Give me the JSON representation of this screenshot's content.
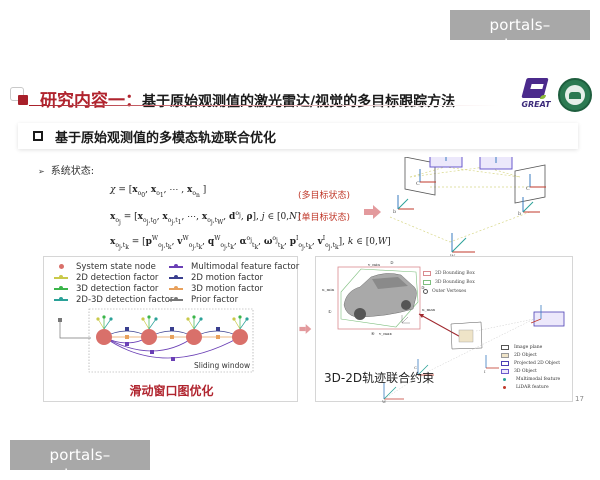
{
  "watermarks": {
    "top_right": "portals–mk.com",
    "bottom_left": "portals–mk.com"
  },
  "header": {
    "title_prefix": "研究内容一：",
    "title_main": "基于原始观测值的激光雷达/视觉的多目标跟踪方法",
    "logo_left_text": "GREAT",
    "colors": {
      "accent_red": "#b0242e",
      "logo_purple": "#4b2a8c",
      "logo_green": "#2c7a52"
    }
  },
  "section": {
    "heading": "基于原始观测值的多模态轨迹联合优化",
    "bullet": "系统状态:"
  },
  "equations": [
    {
      "lhs": "χ",
      "rhs": "= [x_o0, x_o1, ⋯, x_on]",
      "note": "(多目标状态)"
    },
    {
      "lhs": "x_oj",
      "rhs": "= [x_oj,t0, x_oj,t1, ⋯, x_oj,tW, d^oj, ρ], j ∈ [0,N]",
      "note": "(单目标状态)"
    },
    {
      "lhs": "x_oj,tk",
      "rhs": "= [p^W_oj,tk, v^W_oj,tk, q^W_oj,tk, α^oj_tk, ω^oj_tk, p^I_oj,tk, v^I_oj,tk], k ∈ [0,W]",
      "note": ""
    }
  ],
  "left_panel": {
    "legend": [
      {
        "label": "System state node",
        "color": "#d9706a",
        "kind": "dot"
      },
      {
        "label": "2D detection factor",
        "color": "#c9c94a",
        "kind": "line"
      },
      {
        "label": "3D detection factor",
        "color": "#3bb54a",
        "kind": "line"
      },
      {
        "label": "2D-3D detection factor",
        "color": "#2aa198",
        "kind": "line"
      },
      {
        "label": "Multimodal feature factor",
        "color": "#6a3fb5",
        "kind": "line"
      },
      {
        "label": "2D motion factor",
        "color": "#3a3f8f",
        "kind": "line"
      },
      {
        "label": "3D motion factor",
        "color": "#e8a15c",
        "kind": "line"
      },
      {
        "label": "Prior factor",
        "color": "#777777",
        "kind": "line"
      }
    ],
    "window_label": "Sliding window",
    "caption": "滑动窗口图优化"
  },
  "right_panel": {
    "bbox_legend": [
      "2D Bounding Box",
      "3D Bounding Box",
      "Outer Vertexes"
    ],
    "axis_labels": {
      "v_min": "v_min",
      "v_max": "v_max",
      "u_min": "u_min",
      "u_max": "u_max"
    },
    "vertex_labels": [
      "①",
      "②",
      "③",
      "④"
    ],
    "caption": "3D-2D轨迹联合约束",
    "object_legend": [
      "Image plane",
      "2D Object",
      "Projected 2D Object",
      "3D Object",
      "Multimodal feature",
      "LiDAR feature"
    ]
  },
  "top_diagram": {
    "frame_labels": [
      "C",
      "b",
      "C",
      "b",
      "W"
    ]
  },
  "page_number": "17"
}
